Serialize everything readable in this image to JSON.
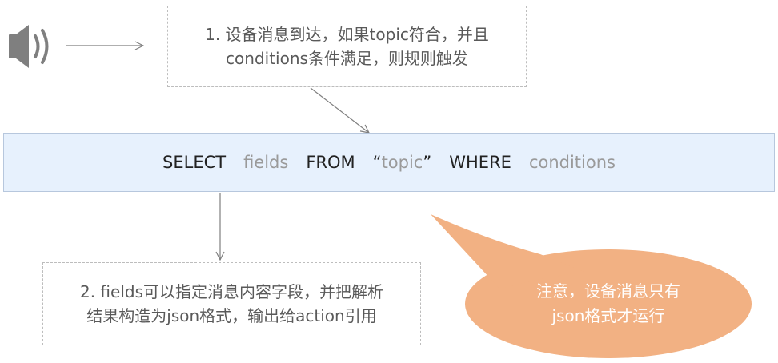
{
  "note_top": {
    "line1": "1. 设备消息到达，如果topic符合，并且",
    "line2": "conditions条件满足，则规则触发"
  },
  "sql": {
    "select": "SELECT",
    "fields": "fields",
    "from": "FROM",
    "open_quote": "“",
    "topic": "topic",
    "close_quote": "”",
    "where": "WHERE",
    "conditions": "conditions"
  },
  "note_bottom": {
    "line1": "2. fields可以指定消息内容字段，并把解析",
    "line2": "结果构造为json格式，输出给action引用"
  },
  "callout": {
    "line1": "注意，设备消息只有",
    "line2": "json格式才运行"
  },
  "colors": {
    "speaker_icon": "#7f7f7f",
    "sql_bar_fill": "#e7f1fd",
    "callout_fill": "#f2b183",
    "muted_text": "#9a9a9a"
  }
}
